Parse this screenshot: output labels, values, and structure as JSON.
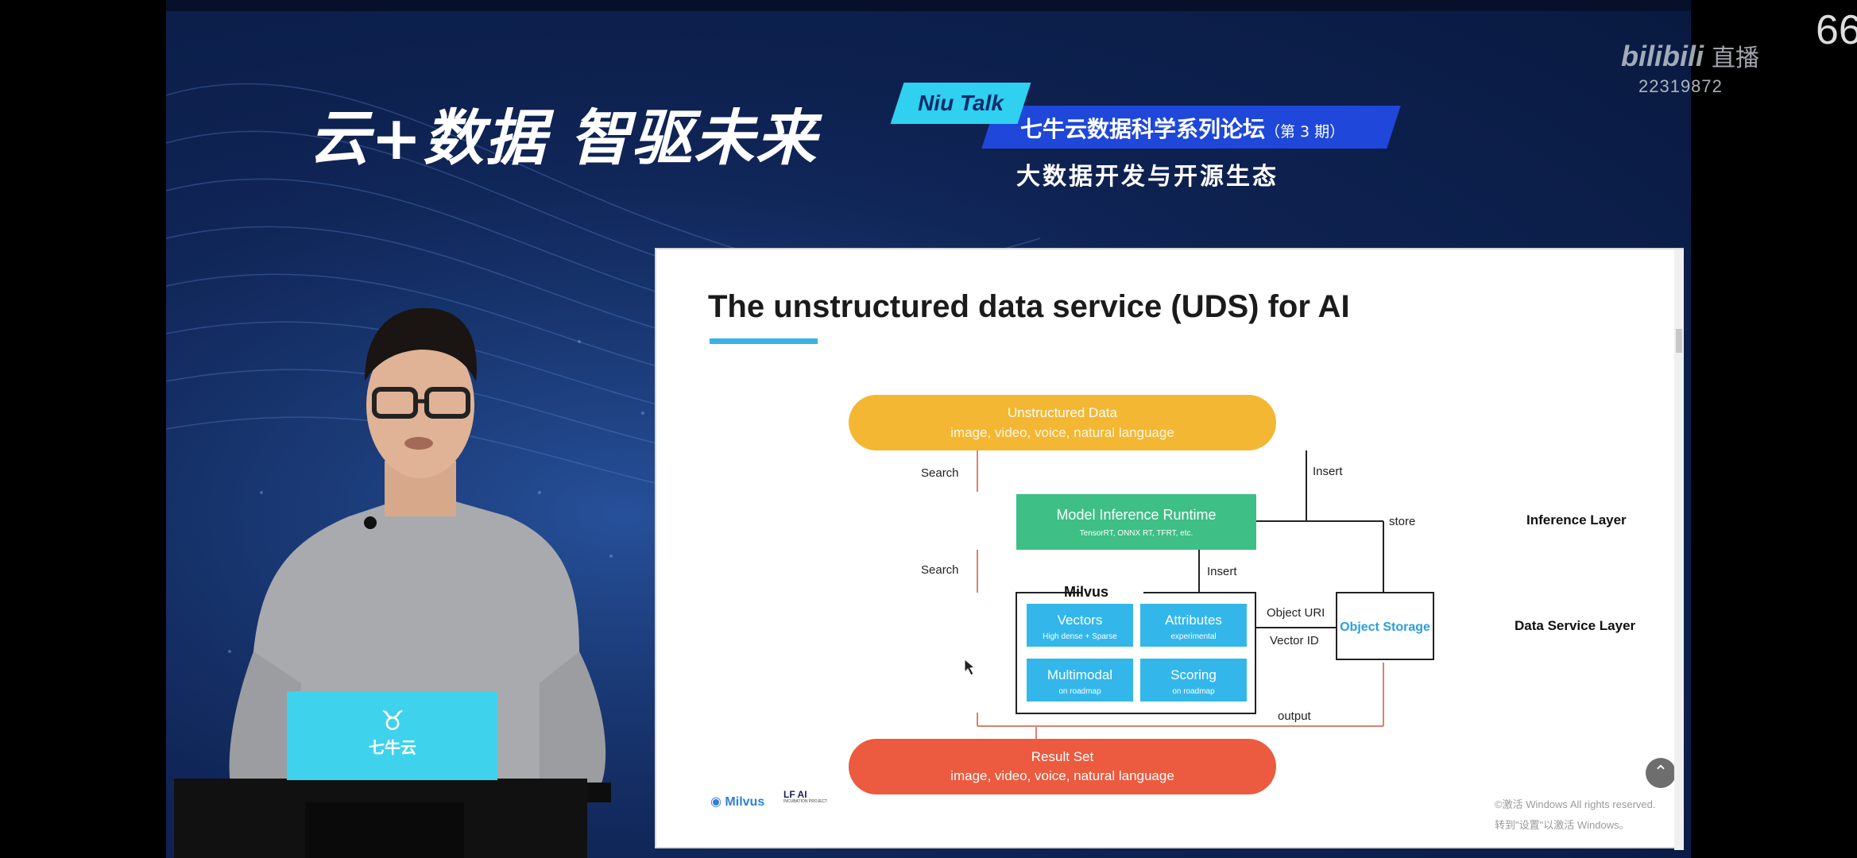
{
  "banner": {
    "headline": "云+数据 智驱未来",
    "tag": "Niu Talk",
    "forum": "七牛云数据科学系列论坛",
    "issue": "（第 3 期）",
    "subtitle": "大数据开发与开源生态",
    "podium_brand": "七牛云"
  },
  "overlay": {
    "live_count": "66",
    "platform_logo": "bilibili",
    "platform_label": "直播",
    "room_id": "22319872"
  },
  "slide": {
    "title": "The unstructured data service (UDS) for AI",
    "nodes": {
      "unstructured_title": "Unstructured Data",
      "unstructured_sub": "image, video, voice, natural language",
      "inference_title": "Model Inference Runtime",
      "inference_sub": "TensorRT, ONNX RT, TFRT, etc.",
      "milvus_label": "Milvus",
      "vectors_title": "Vectors",
      "vectors_sub": "High dense + Sparse",
      "attributes_title": "Attributes",
      "attributes_sub": "experimental",
      "multimodal_title": "Multimodal",
      "multimodal_sub": "on roadmap",
      "scoring_title": "Scoring",
      "scoring_sub": "on roadmap",
      "object_storage": "Object Storage",
      "result_title": "Result Set",
      "result_sub": "image, video, voice, natural language"
    },
    "edges": {
      "search_1": "Search",
      "insert_1": "Insert",
      "store": "store",
      "search_2": "Search",
      "insert_2": "Insert",
      "object_uri": "Object URI",
      "vector_id": "Vector ID",
      "output": "output"
    },
    "layers": {
      "inference": "Inference Layer",
      "data_service": "Data Service Layer"
    },
    "footer": {
      "milvus_logo": "Milvus",
      "lfai_logo": "LF AI",
      "lfai_sub": "INCUBATION PROJECT",
      "watermark_1": "©激活 Windows  All rights reserved.",
      "watermark_2": "转到\"设置\"以激活 Windows。"
    },
    "colors": {
      "unstructured": "#f4b733",
      "inference": "#3dbf86",
      "milvus_cell": "#33b7ea",
      "result": "#ec5a3f",
      "object_storage_text": "#2aa0dc",
      "line_red": "#d9826f"
    }
  }
}
